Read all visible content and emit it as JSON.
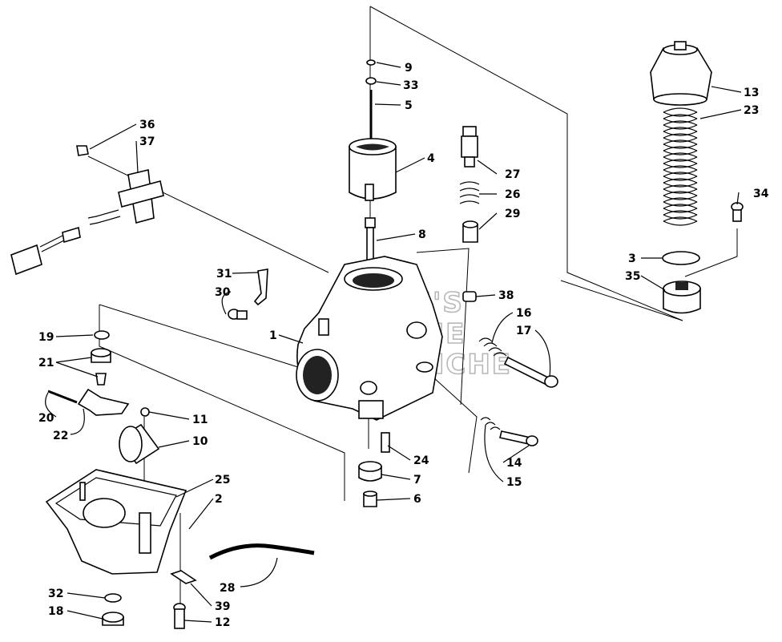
{
  "watermark": [
    "HESM'S",
    "ONLINE",
    "MICROFICHE"
  ],
  "parts": [
    {
      "num": "1",
      "id": "carburetor-body"
    },
    {
      "num": "2",
      "id": "float-bowl"
    },
    {
      "num": "3",
      "id": "diaphragm-plate"
    },
    {
      "num": "4",
      "id": "throttle-slide"
    },
    {
      "num": "5",
      "id": "jet-needle"
    },
    {
      "num": "6",
      "id": "main-jet"
    },
    {
      "num": "7",
      "id": "needle-jet-holder"
    },
    {
      "num": "8",
      "id": "needle-jet"
    },
    {
      "num": "9",
      "id": "clip"
    },
    {
      "num": "10",
      "id": "float"
    },
    {
      "num": "11",
      "id": "float-pin-cap"
    },
    {
      "num": "12",
      "id": "bowl-screw"
    },
    {
      "num": "13",
      "id": "top-cap"
    },
    {
      "num": "14",
      "id": "pilot-screw"
    },
    {
      "num": "15",
      "id": "pilot-screw-spring"
    },
    {
      "num": "16",
      "id": "idle-spring"
    },
    {
      "num": "17",
      "id": "idle-screw"
    },
    {
      "num": "18",
      "id": "drain-plug"
    },
    {
      "num": "19",
      "id": "washer"
    },
    {
      "num": "20",
      "id": "float-pin"
    },
    {
      "num": "21",
      "id": "needle-valve-assembly"
    },
    {
      "num": "22",
      "id": "float-arm"
    },
    {
      "num": "23",
      "id": "slide-spring"
    },
    {
      "num": "24",
      "id": "pilot-jet"
    },
    {
      "num": "25",
      "id": "bowl-gasket"
    },
    {
      "num": "26",
      "id": "starter-spring"
    },
    {
      "num": "27",
      "id": "starter-plunger-nut"
    },
    {
      "num": "28",
      "id": "vent-hose"
    },
    {
      "num": "29",
      "id": "starter-plunger"
    },
    {
      "num": "30",
      "id": "bracket-screw"
    },
    {
      "num": "31",
      "id": "cable-bracket"
    },
    {
      "num": "32",
      "id": "o-ring"
    },
    {
      "num": "33",
      "id": "washer-small"
    },
    {
      "num": "34",
      "id": "cap-screw"
    },
    {
      "num": "35",
      "id": "diaphragm-holder"
    },
    {
      "num": "36",
      "id": "sensor-screw"
    },
    {
      "num": "37",
      "id": "throttle-sensor"
    },
    {
      "num": "38",
      "id": "plug"
    },
    {
      "num": "39",
      "id": "bowl-plate"
    }
  ]
}
